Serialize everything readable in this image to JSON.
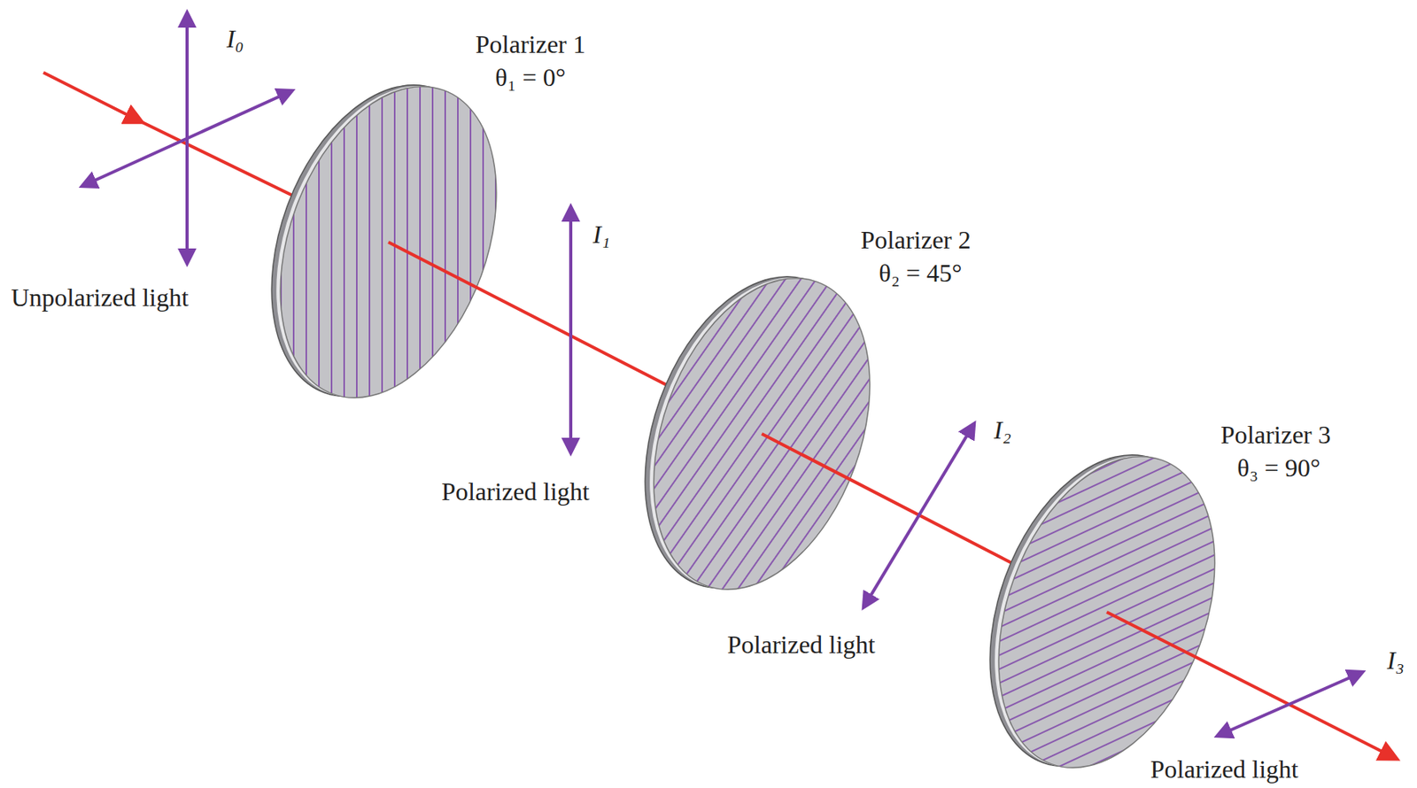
{
  "diagram": {
    "labels": [
      "I₀",
      "Polarizer 1",
      "θ₁ = 0°",
      "Unpolarized light",
      "I₁",
      "Polarized light",
      "Polarizer 2",
      "θ₂ = 45°",
      "I₂",
      "Polarized light",
      "Polarizer 3",
      "θ₃ = 90°",
      "I₃",
      "Polarized light"
    ]
  }
}
